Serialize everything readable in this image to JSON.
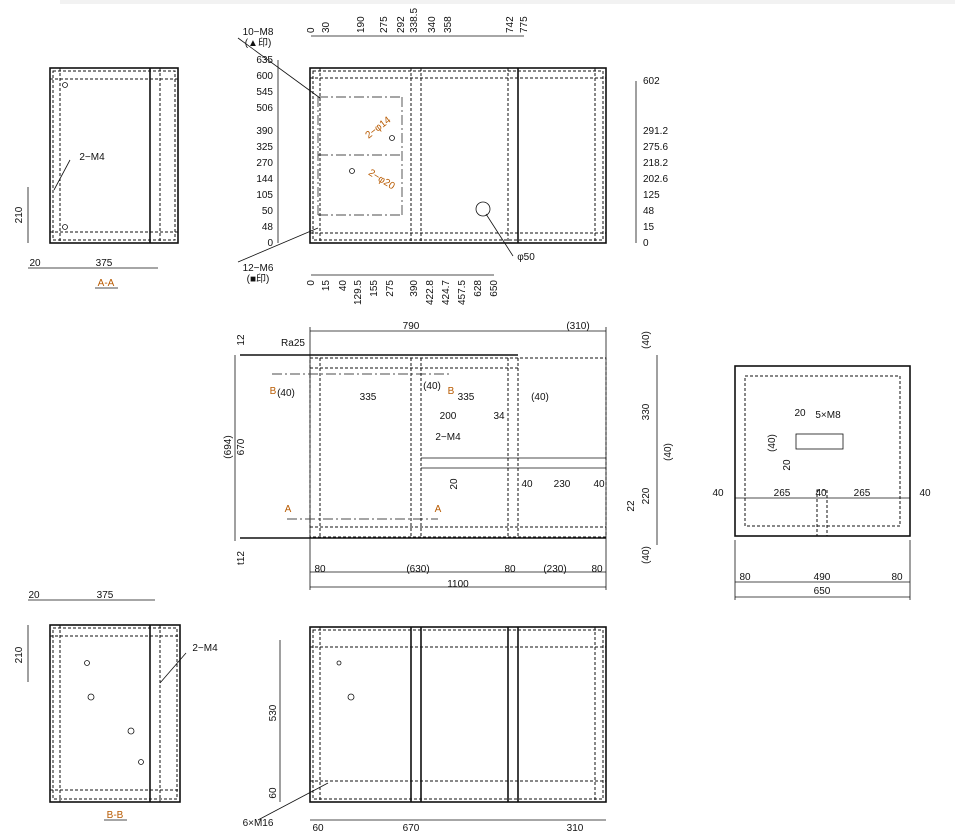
{
  "top_view": {
    "top_dims": [
      "0",
      "30",
      "190",
      "275",
      "292",
      "338.5",
      "340",
      "358",
      "742",
      "775"
    ],
    "left_dims": [
      "635",
      "600",
      "545",
      "506",
      "390",
      "325",
      "270",
      "144",
      "105",
      "50",
      "48",
      "0"
    ],
    "right_dims": [
      "602",
      "291.2",
      "275.6",
      "218.2",
      "202.6",
      "125",
      "48",
      "15",
      "0"
    ],
    "bottom_dims": [
      "0",
      "15",
      "40",
      "129.5",
      "155",
      "275",
      "390",
      "422.8",
      "424.7",
      "457.5",
      "628",
      "650"
    ],
    "callouts": {
      "m8": "10−M8",
      "m8_mark": "(▲印)",
      "m6": "12−M6",
      "m6_mark": "(■印)",
      "phi14": "2−φ14",
      "phi20": "2−φ20",
      "phi50": "φ50"
    }
  },
  "section_aa": {
    "m4": "2−M4",
    "h": "210",
    "off": "20",
    "w": "375",
    "title": "A-A"
  },
  "front_view": {
    "labels": [
      "790",
      "(310)",
      "12",
      "(40)",
      "B",
      "(40)",
      "B",
      "(40)",
      "335",
      "335",
      "(40)",
      "330",
      "200",
      "34",
      "2−M4",
      "(694)",
      "670",
      "(40)",
      "20",
      "40",
      "230",
      "40",
      "220",
      "22",
      "A",
      "A",
      "(40)",
      "t12",
      "80",
      "(630)",
      "80",
      "(230)",
      "80",
      "1100"
    ],
    "roughness": "Ra25"
  },
  "side_view": {
    "labels": [
      "20",
      "5×M8",
      "(40)",
      "20",
      "40",
      "265",
      "40",
      "265",
      "40",
      "80",
      "490",
      "80",
      "650"
    ]
  },
  "section_bb": {
    "off": "20",
    "w": "375",
    "h": "210",
    "m4": "2−M4",
    "title": "B-B"
  },
  "bottom_view": {
    "labels": [
      "530",
      "60",
      "6×M16",
      "60",
      "670",
      "310"
    ]
  }
}
